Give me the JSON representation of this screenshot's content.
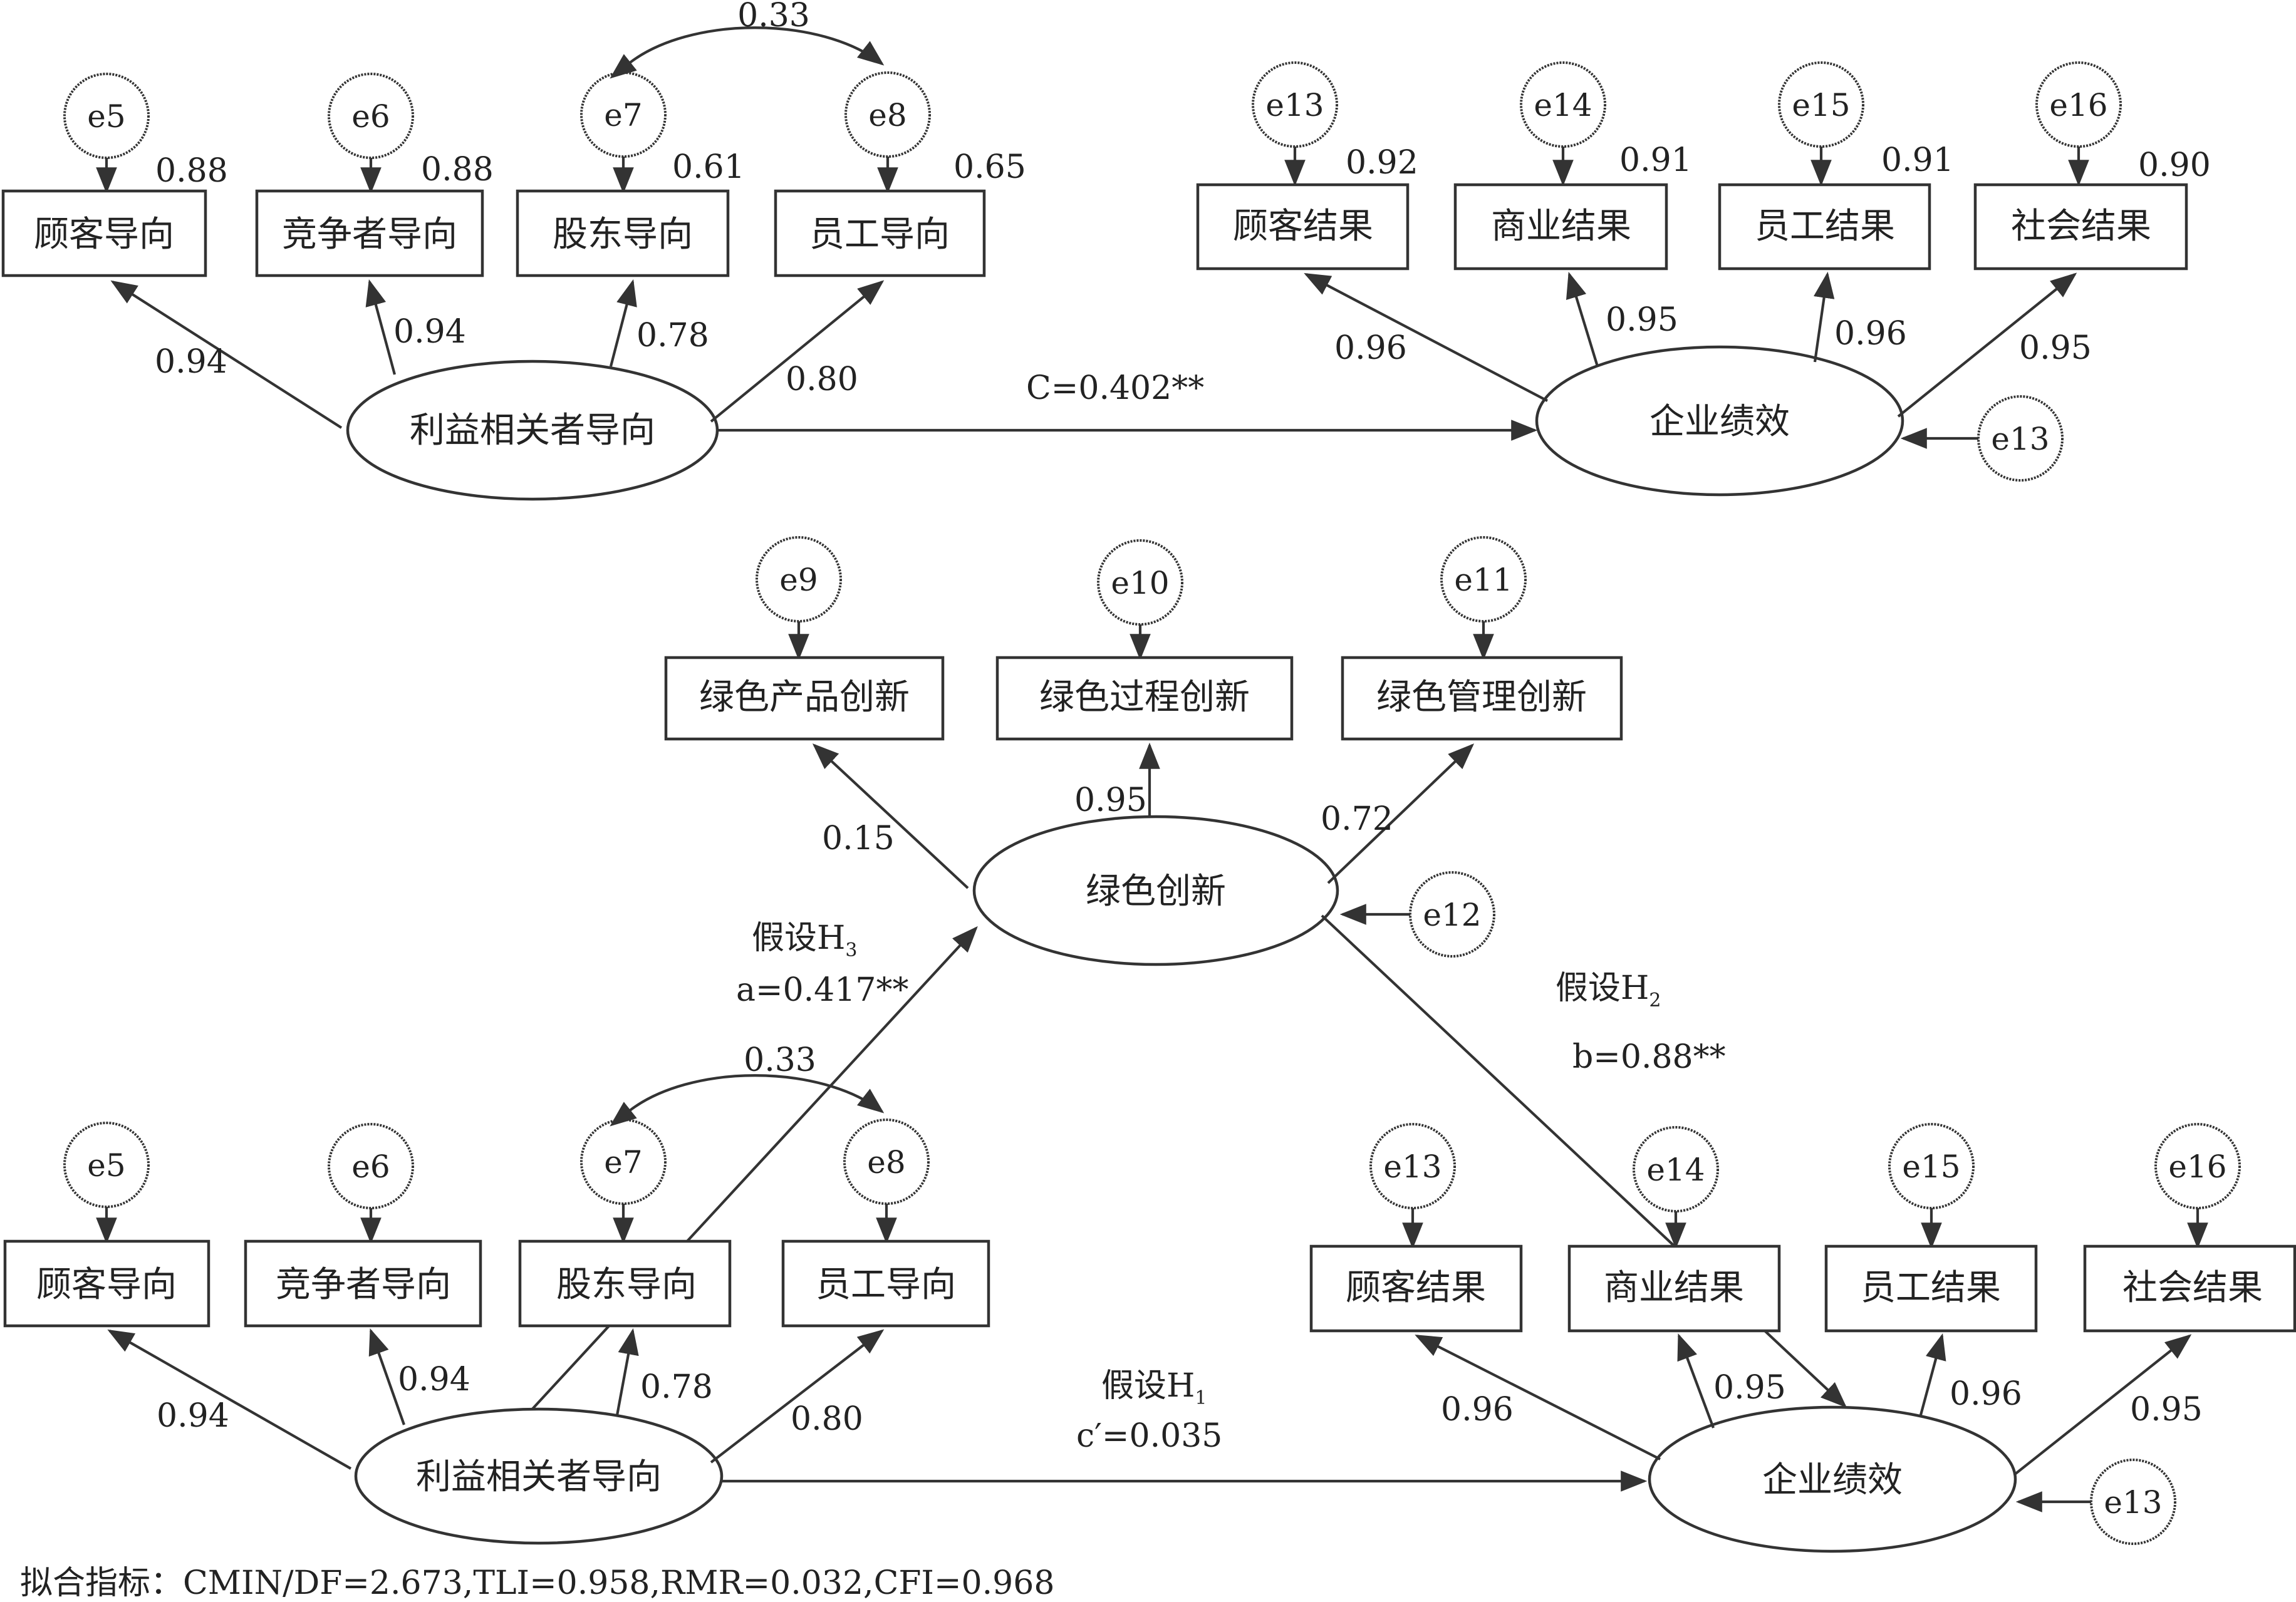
{
  "top": {
    "errors": [
      "e5",
      "e6",
      "e7",
      "e8",
      "e13",
      "e14",
      "e15",
      "e16"
    ],
    "orientation_indicators": [
      "顾客导向",
      "竞争者导向",
      "股东导向",
      "员工导向"
    ],
    "orientation_r2": [
      "0.88",
      "0.88",
      "0.61",
      "0.65"
    ],
    "orientation_loadings": [
      "0.94",
      "0.94",
      "0.78",
      "0.80"
    ],
    "orientation_covariance": "0.33",
    "latent_orientation": "利益相关者导向",
    "performance_indicators": [
      "顾客结果",
      "商业结果",
      "员工结果",
      "社会结果"
    ],
    "performance_r2": [
      "0.92",
      "0.91",
      "0.91",
      "0.90"
    ],
    "performance_loadings": [
      "0.96",
      "0.95",
      "0.96",
      "0.95"
    ],
    "latent_performance": "企业绩效",
    "disturbance": "e13",
    "total_effect": "C=0.402**"
  },
  "middle": {
    "errors": [
      "e9",
      "e10",
      "e11"
    ],
    "indicators": [
      "绿色产品创新",
      "绿色过程创新",
      "绿色管理创新"
    ],
    "loadings": [
      "0.15",
      "0.95",
      "0.72"
    ],
    "latent": "绿色创新",
    "disturbance": "e12",
    "path_a_hypothesis": "假设H",
    "path_a_subscript": "3",
    "path_a_value": "a=0.417**",
    "path_b_hypothesis": "假设H",
    "path_b_subscript": "2",
    "path_b_value": "b=0.88**"
  },
  "bottom": {
    "errors": [
      "e5",
      "e6",
      "e7",
      "e8",
      "e13",
      "e14",
      "e15",
      "e16"
    ],
    "orientation_indicators": [
      "顾客导向",
      "竞争者导向",
      "股东导向",
      "员工导向"
    ],
    "orientation_loadings": [
      "0.94",
      "0.94",
      "0.78",
      "0.80"
    ],
    "orientation_covariance": "0.33",
    "latent_orientation": "利益相关者导向",
    "performance_indicators": [
      "顾客结果",
      "商业结果",
      "员工结果",
      "社会结果"
    ],
    "performance_loadings": [
      "0.96",
      "0.95",
      "0.96",
      "0.95"
    ],
    "latent_performance": "企业绩效",
    "disturbance": "e13",
    "direct_hypothesis": "假设H",
    "direct_subscript": "1",
    "direct_effect": "c′=0.035"
  },
  "fit_indices": "拟合指标：CMIN/DF=2.673,TLI=0.958,RMR=0.032,CFI=0.968"
}
